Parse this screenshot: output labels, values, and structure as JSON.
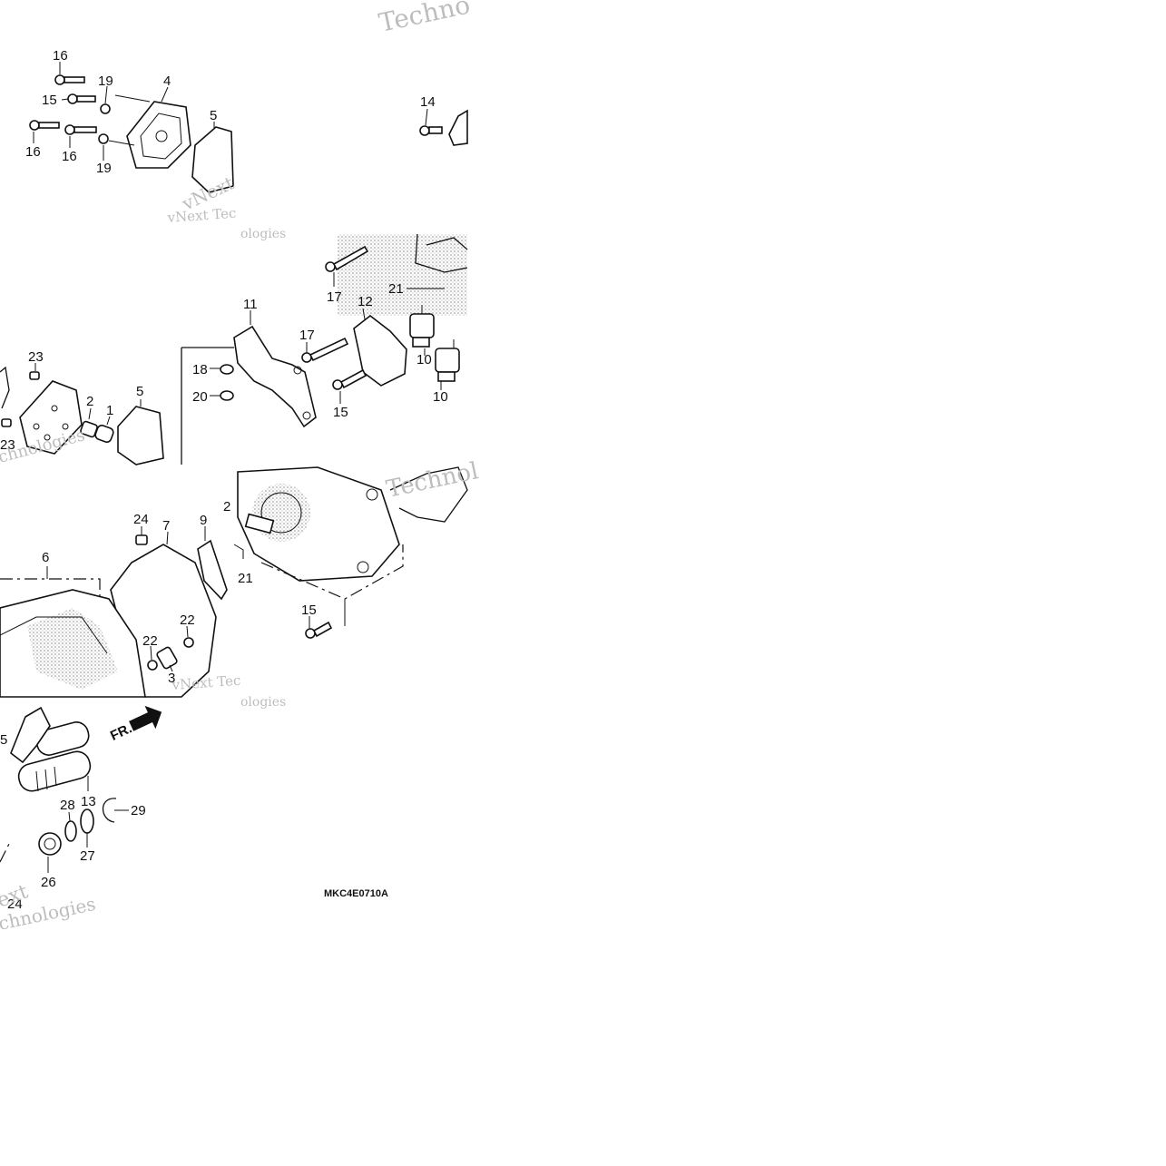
{
  "callouts": {
    "tl_16a": "16",
    "tl_19a": "19",
    "tl_4": "4",
    "tl_15": "15",
    "tl_5": "5",
    "tl_16b": "16",
    "tl_16c": "16",
    "tl_19b": "19",
    "tr_14": "14",
    "c_17a": "17",
    "c_11": "11",
    "c_12": "12",
    "c_21": "21",
    "c_17b": "17",
    "c_10a": "10",
    "c_10b": "10",
    "c_15": "15",
    "c_18": "18",
    "c_20": "20",
    "l_23a": "23",
    "l_23b": "23",
    "l_2": "2",
    "l_1": "1",
    "l_5": "5",
    "b_24": "24",
    "b_7": "7",
    "b_9": "9",
    "b_6": "6",
    "b_22a": "22",
    "b_22b": "22",
    "b_3": "3",
    "b_21": "21",
    "b_15": "15",
    "b_2": "2",
    "s_5": "5",
    "s_13": "13",
    "s_28": "28",
    "s_29": "29",
    "s_27": "27",
    "s_26": "26",
    "s_24": "24"
  },
  "direction_label": "FR.",
  "diagram_code": "MKC4E0710A",
  "watermark": {
    "line1": "vNext",
    "line2": "Technologies",
    "line_a": "vNext Tec",
    "line_b": "Technologies",
    "frag_a": "Techno",
    "frag_b": "ext",
    "frag_c": "chnologies",
    "frag_d": "ologies",
    "frag_e": "Technol"
  },
  "colors": {
    "ink": "#111111",
    "watermark": "#bdbdbd",
    "shade": "#9a9a9a"
  }
}
